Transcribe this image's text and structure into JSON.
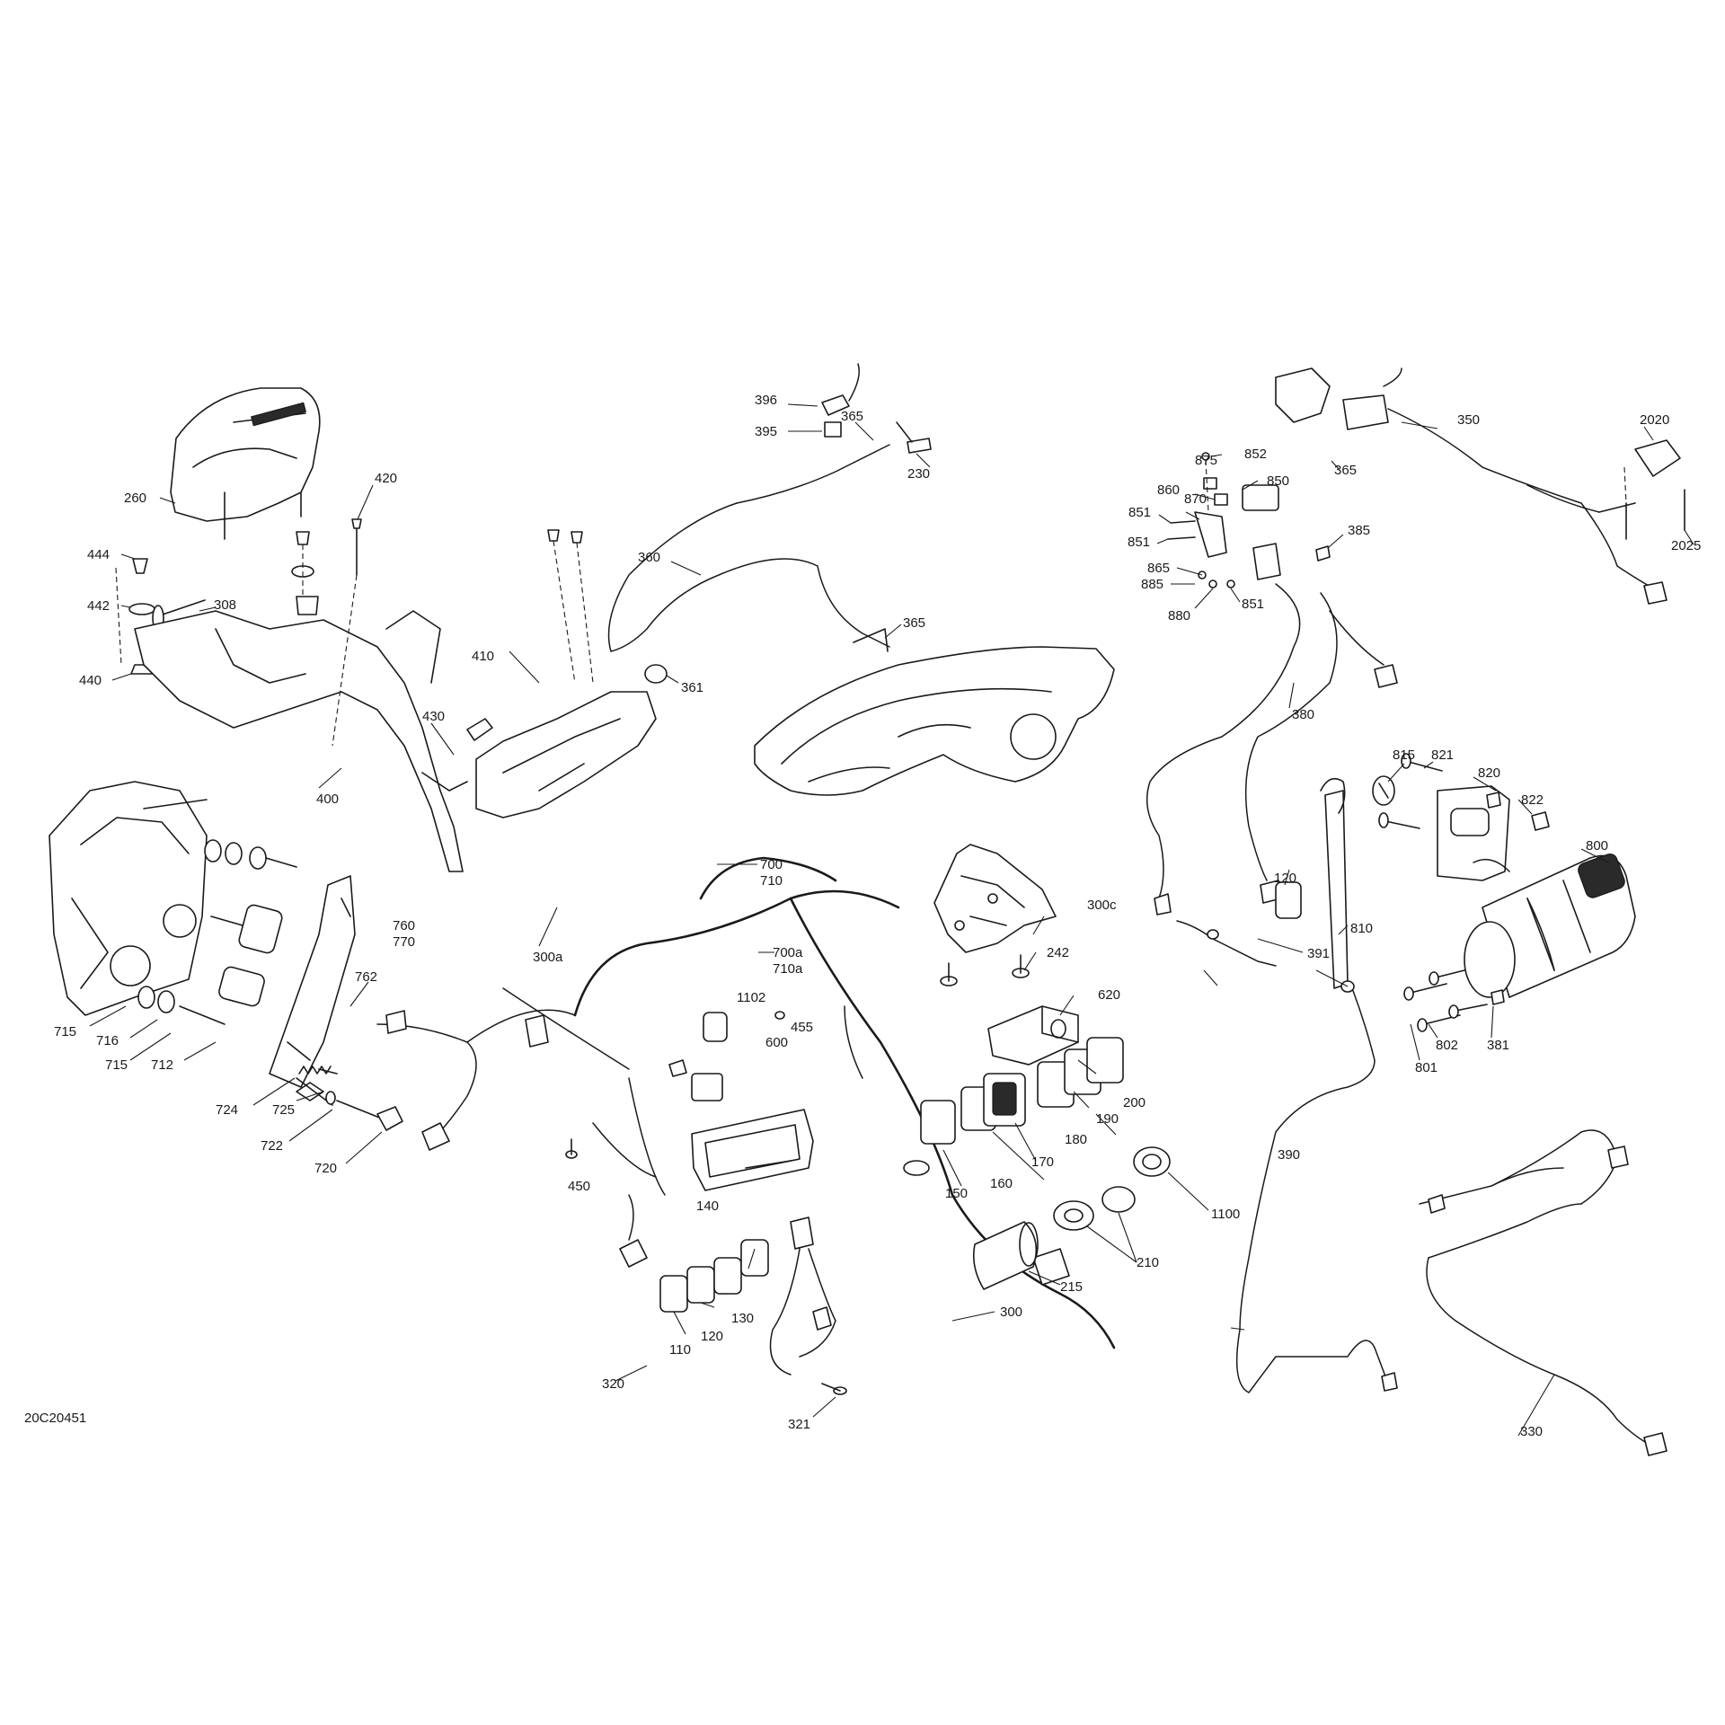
{
  "diagram": {
    "reference_code": "20C20451",
    "callouts": [
      "396",
      "395",
      "365",
      "230",
      "360",
      "365",
      "361",
      "410",
      "430",
      "420",
      "444",
      "442",
      "308",
      "440",
      "260",
      "400",
      "300a",
      "700",
      "710",
      "700a",
      "710a",
      "760",
      "770",
      "715",
      "716",
      "715",
      "712",
      "762",
      "724",
      "725",
      "722",
      "720",
      "1102",
      "455",
      "600",
      "450",
      "140",
      "130",
      "120",
      "110",
      "320",
      "321",
      "300",
      "300c",
      "242",
      "620",
      "200",
      "190",
      "180",
      "170",
      "160",
      "150",
      "1100",
      "210",
      "215",
      "350",
      "2020",
      "2025",
      "875",
      "852",
      "850",
      "860",
      "870",
      "851",
      "851",
      "865",
      "885",
      "880",
      "851",
      "385",
      "365",
      "380",
      "815",
      "821",
      "820",
      "822",
      "120",
      "810",
      "800",
      "391",
      "802",
      "381",
      "801",
      "390",
      "330"
    ]
  }
}
